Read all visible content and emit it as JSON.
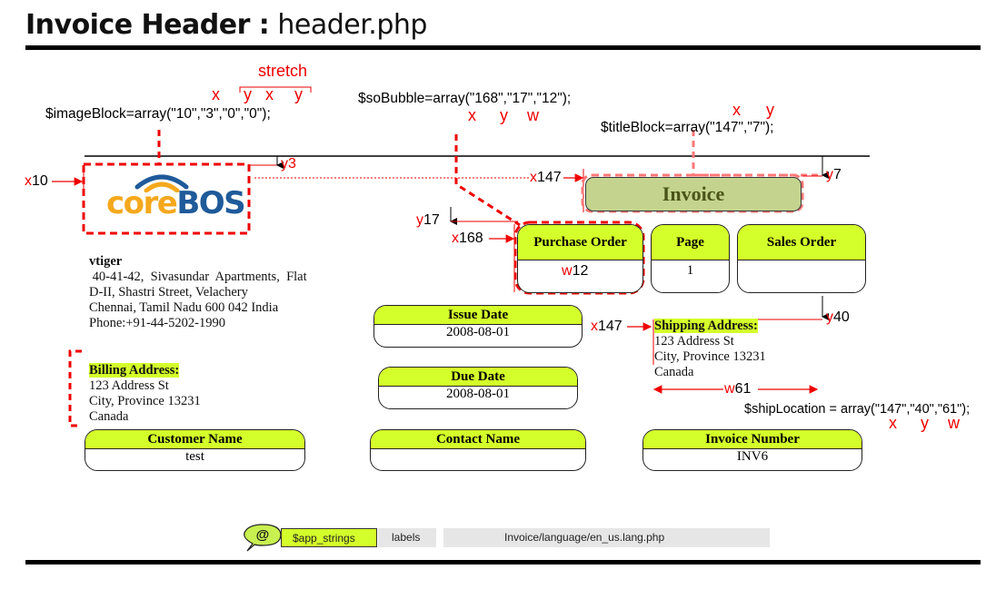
{
  "page_title": {
    "bold": "Invoice Header :",
    "file": " header.php"
  },
  "image_block": {
    "code": "$imageBlock=array(\"10\",\"3\",\"0\",\"0\");",
    "stretch_label": "stretch",
    "axis_labels": [
      "x",
      "y",
      "x",
      "y"
    ],
    "x_marker": {
      "axis": "x",
      "value": "10"
    },
    "y_marker": {
      "axis": "y",
      "value": "3"
    }
  },
  "so_bubble": {
    "code": "$soBubble=array(\"168\",\"17\",\"12\");",
    "axis_labels": [
      "x",
      "y",
      "w"
    ],
    "x_marker": {
      "axis": "x",
      "value": "168"
    },
    "y_marker": {
      "axis": "y",
      "value": "17"
    },
    "w_marker": {
      "axis": "w",
      "value": "12"
    }
  },
  "title_block": {
    "code": "$titleBlock=array(\"147\",\"7\");",
    "axis_labels": [
      "x",
      "y"
    ],
    "x_marker": {
      "axis": "x",
      "value": "147"
    },
    "y_marker": {
      "axis": "y",
      "value": "7"
    },
    "title": "Invoice"
  },
  "logo": {
    "part1": "core",
    "part2": "BOS",
    "color1": "#f5a81c",
    "color2": "#1f5a9a"
  },
  "company": {
    "name": "vtiger",
    "lines": [
      " 40-41-42,  Sivasundar  Apartments,  Flat",
      "D-II, Shastri Street, Velachery",
      "Chennai, Tamil Nadu 600 042 India",
      "Phone:+91-44-5202-1990"
    ]
  },
  "top_bubbles": [
    {
      "label": "Purchase Order",
      "value": ""
    },
    {
      "label": "Page",
      "value": "1"
    },
    {
      "label": "Sales Order",
      "value": ""
    }
  ],
  "date_bubbles": [
    {
      "label": "Issue Date",
      "value": "2008-08-01"
    },
    {
      "label": "Due Date",
      "value": "2008-08-01"
    }
  ],
  "billing": {
    "label": "Billing Address:",
    "lines": [
      "123 Address St",
      "City, Province 13231",
      "Canada"
    ]
  },
  "shipping": {
    "label": "Shipping Address:",
    "lines": [
      "123 Address St",
      "City, Province 13231",
      "Canada"
    ],
    "code": "$shipLocation = array(\"147\",\"40\",\"61\");",
    "axis_labels": [
      "x",
      "y",
      "w"
    ],
    "x_marker": {
      "axis": "x",
      "value": "147"
    },
    "y_marker": {
      "axis": "y",
      "value": "40"
    },
    "w_marker": {
      "axis": "w",
      "value": "61"
    }
  },
  "bottom_bubbles": [
    {
      "label": "Customer Name",
      "value": "test"
    },
    {
      "label": "Contact Name",
      "value": ""
    },
    {
      "label": "Invoice Number",
      "value": "INV6"
    }
  ],
  "strings_bar": {
    "icon_glyph": "@",
    "variable": "$app_strings",
    "type": "labels",
    "file": "Invoice/language/en_us.lang.php"
  },
  "colors": {
    "accent_red": "#ee0000",
    "bubble_header": "#d4ff2a",
    "title_fill": "#c4d48f",
    "title_text": "#4a5418",
    "bar_bg": "#e6e6e6"
  }
}
